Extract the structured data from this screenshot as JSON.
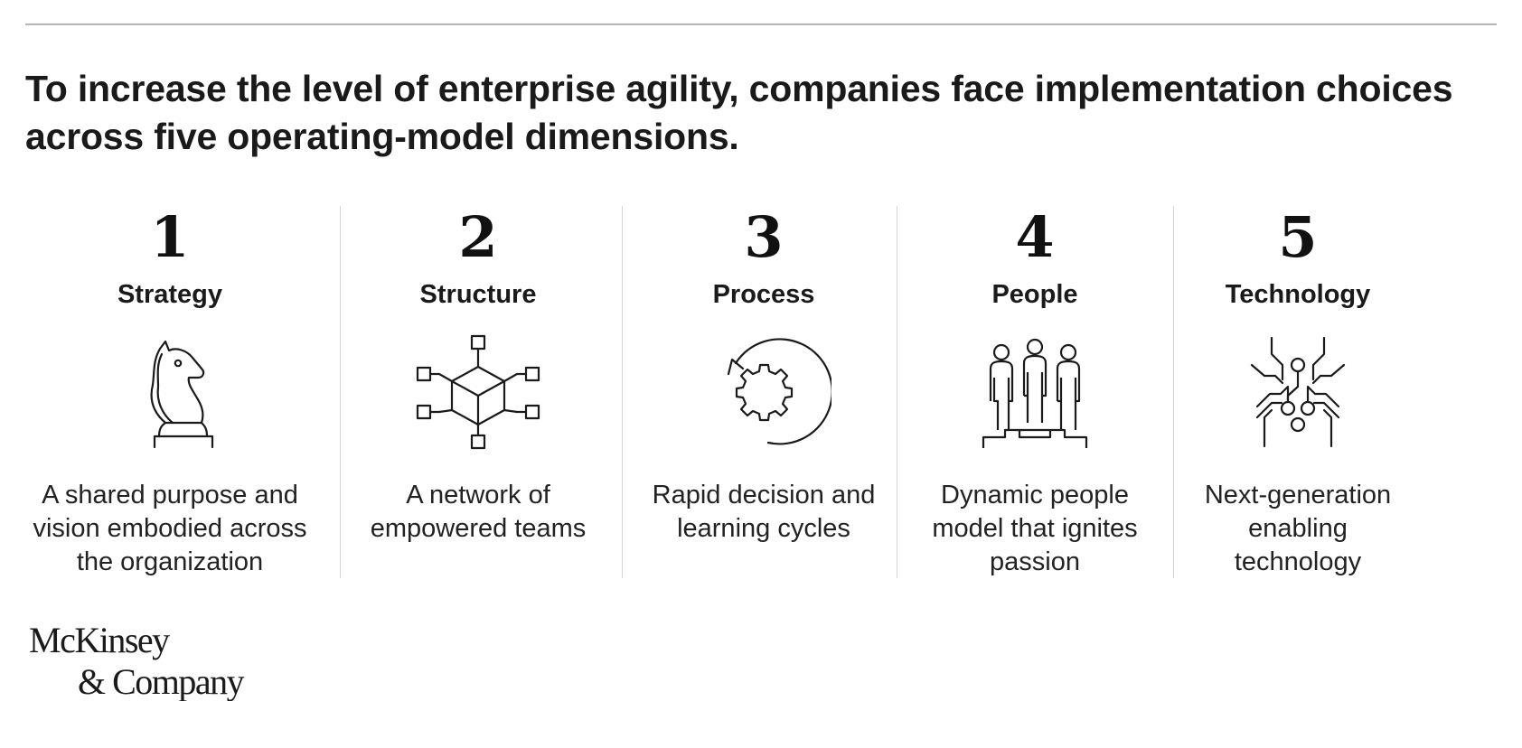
{
  "headline": "To increase the level of enterprise agility, companies face implementation choices across five operating-model dimensions.",
  "dimensions": [
    {
      "number": "1",
      "title": "Strategy",
      "description": "A shared purpose and vision embodied across the organization",
      "icon": "chess-knight-icon"
    },
    {
      "number": "2",
      "title": "Structure",
      "description": "A network of empowered teams",
      "icon": "network-cube-icon"
    },
    {
      "number": "3",
      "title": "Process",
      "description": "Rapid decision and learning cycles",
      "icon": "gear-cycle-icon"
    },
    {
      "number": "4",
      "title": "People",
      "description": "Dynamic people model that ignites passion",
      "icon": "people-podium-icon"
    },
    {
      "number": "5",
      "title": "Technology",
      "description": "Next-generation enabling technology",
      "icon": "circuit-icon"
    }
  ],
  "logo": {
    "line1": "McKinsey",
    "line2": "& Company"
  },
  "colors": {
    "text": "#1a1a1a",
    "rule": "#b5b5b5",
    "divider": "#d4d4d4",
    "icon_stroke": "#1a1a1a"
  }
}
